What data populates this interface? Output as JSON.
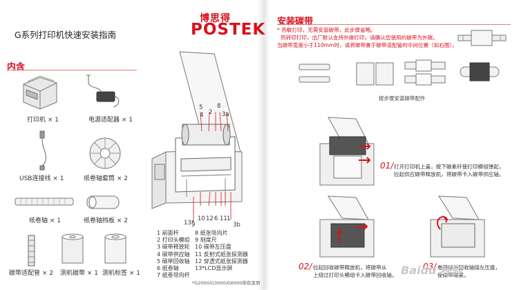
{
  "brand": {
    "name_cn": "博思得",
    "name_en": "POSTEK"
  },
  "guide_title": "G系列打印机快速安装指南",
  "contents": {
    "heading": "内含",
    "items": [
      {
        "label": "打印机 × 1",
        "icon": "printer-icon"
      },
      {
        "label": "电源适配器 × 1",
        "icon": "power-adapter-icon"
      },
      {
        "label": "USB连接线 × 1",
        "icon": "usb-cable-icon"
      },
      {
        "label": "纸卷轴套筒 × 2",
        "icon": "paper-core-sleeve-icon"
      },
      {
        "label": "纸卷轴 × 1",
        "icon": "paper-spindle-icon"
      },
      {
        "label": "纸卷轴挡板 × 2",
        "icon": "spindle-stopper-icon"
      },
      {
        "label": "碳带适配管 × 2",
        "icon": "ribbon-adapter-tube-icon"
      },
      {
        "label": "测机碳带 × 1",
        "icon": "test-ribbon-icon"
      },
      {
        "label": "测机标签 × 1",
        "icon": "test-label-icon"
      }
    ]
  },
  "diagram": {
    "callouts_top": [
      "5",
      "4",
      "2",
      "8",
      "3a"
    ],
    "callouts_bottom": [
      "13*",
      "9",
      "10",
      "12",
      "6",
      "11",
      "1",
      "3b"
    ],
    "legend_left": [
      "1 前面杆",
      "2 打印头模组",
      "3 碳带释放轮",
      "4 碳带供应轴",
      "5 碳带回收轴",
      "6 纸卷轴",
      "7 纸卷导向杆"
    ],
    "legend_right": [
      "8 纸张导向片",
      "9 刻度尺",
      "10 碳带左压盘",
      "11 反射式纸张探测器",
      "12 穿透式纸张探测器",
      "13*LCD显示屏"
    ],
    "footnote": "*G2000/G3000/G6000带有该项"
  },
  "ribbon": {
    "heading": "安装碳带",
    "notes": [
      "* 热敏打印，无需安装碳带，此步骤省略。",
      "热转印打印，出厂默认支持外碳打印，请确认您使用的碳带为外碳。",
      "当碳带宽度小于110mm时，请将碳带置于碳带适配管的中间位置（如右图）。"
    ],
    "parts_caption": "按步骤安装碳带配件",
    "steps": [
      {
        "num": "01/",
        "lines": [
          "打开打印机上盖，按下碳素杆使打印模组弹起，",
          "拉起供应碳带释放机，将碳带卡入碳带供应轴。"
        ]
      },
      {
        "num": "02/",
        "lines": [
          "拉起回收碳带释放机，将碳带从",
          "上绕过打印头模组卡入碳带回收轴。"
        ]
      },
      {
        "num": "03/",
        "lines": [
          "卷转碳带回收轴绕左压盘，",
          "使碳带绷紧。"
        ]
      }
    ]
  },
  "watermark": "Baidu 经验",
  "colors": {
    "accent": "#d8101b",
    "text": "#333333"
  }
}
